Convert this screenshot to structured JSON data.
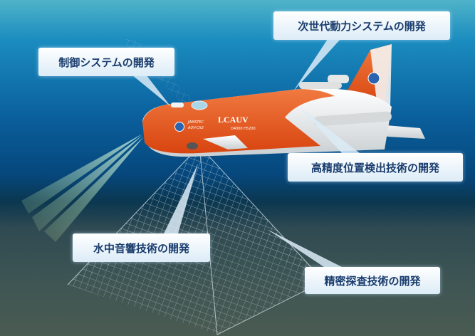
{
  "callouts": {
    "power": "次世代動力システムの開発",
    "control": "制御システムの開発",
    "positioning": "高精度位置検出技術の開発",
    "acoustic": "水中音響技術の開発",
    "survey": "精密探査技術の開発"
  },
  "vehicle": {
    "name": "LCAUV",
    "org": "JAMSTEC",
    "model": "AUV-CX2",
    "spec": "D4000 H5200"
  },
  "colors": {
    "hull_orange": "#e8561c",
    "hull_white": "#f2f2f0",
    "callout_text": "#1a3d6e"
  }
}
